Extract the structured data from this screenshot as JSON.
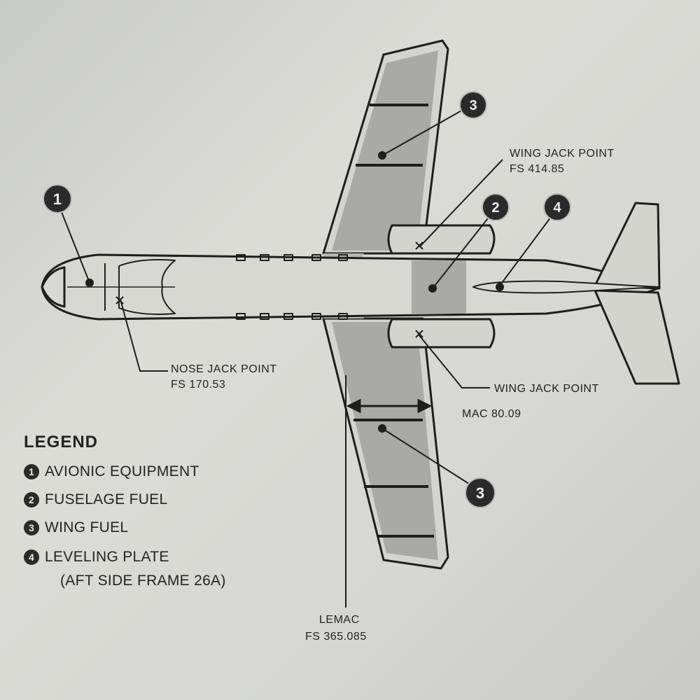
{
  "callouts": [
    {
      "num": "1",
      "desc": "AVIONIC EQUIPMENT"
    },
    {
      "num": "2",
      "desc": "FUSELAGE FUEL"
    },
    {
      "num": "3",
      "desc": "WING FUEL"
    },
    {
      "num": "4",
      "desc": "LEVELING PLATE"
    }
  ],
  "labels": {
    "wing_jack_point_upper": "WING JACK POINT",
    "wing_jack_point_upper_fs": "FS 414.85",
    "nose_jack_point": "NOSE JACK POINT",
    "nose_jack_point_fs": "FS 170.53",
    "wing_jack_point_lower": "WING JACK POINT",
    "mac": "MAC 80.09",
    "lemac": "LEMAC",
    "lemac_fs": "FS 365.085"
  },
  "legend": {
    "title": "LEGEND",
    "items": [
      {
        "num": "1",
        "text": "AVIONIC EQUIPMENT"
      },
      {
        "num": "2",
        "text": "FUSELAGE FUEL"
      },
      {
        "num": "3",
        "text": "WING FUEL"
      },
      {
        "num": "4",
        "text": "LEVELING PLATE"
      }
    ],
    "item4_sub": "(AFT SIDE FRAME 26A)"
  },
  "colors": {
    "fuel_shading": "#a9a9a6",
    "outline": "#1e1e1e",
    "callout_fill": "#2a2a2a"
  }
}
